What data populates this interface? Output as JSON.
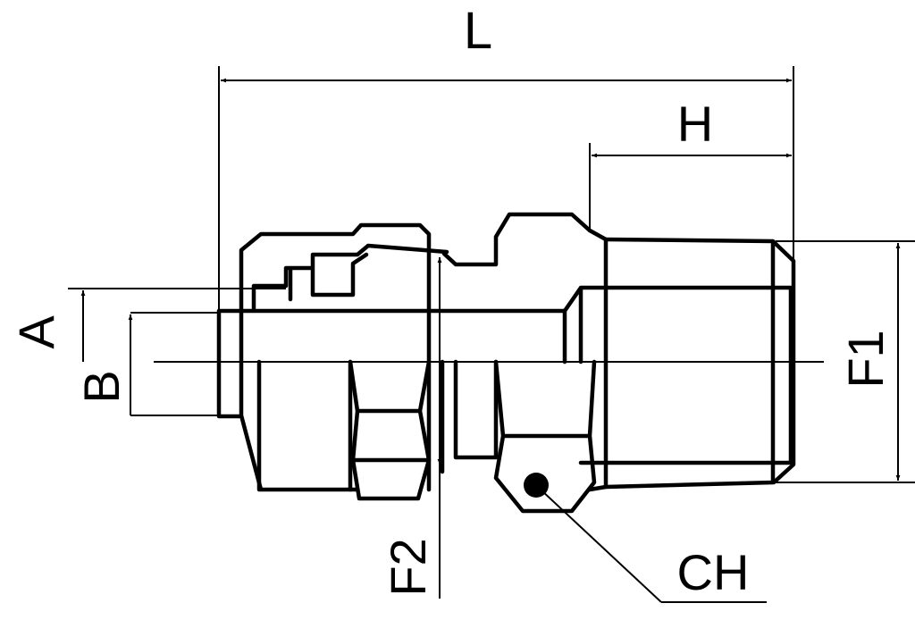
{
  "drawing": {
    "labels": {
      "overall_length": "L",
      "hex_length": "H",
      "tube_od": "A",
      "bore": "B",
      "thread_f1": "F1",
      "thread_f2": "F2",
      "hex_size": "CH"
    },
    "colors": {
      "line": "#000000",
      "background": "#ffffff"
    }
  }
}
